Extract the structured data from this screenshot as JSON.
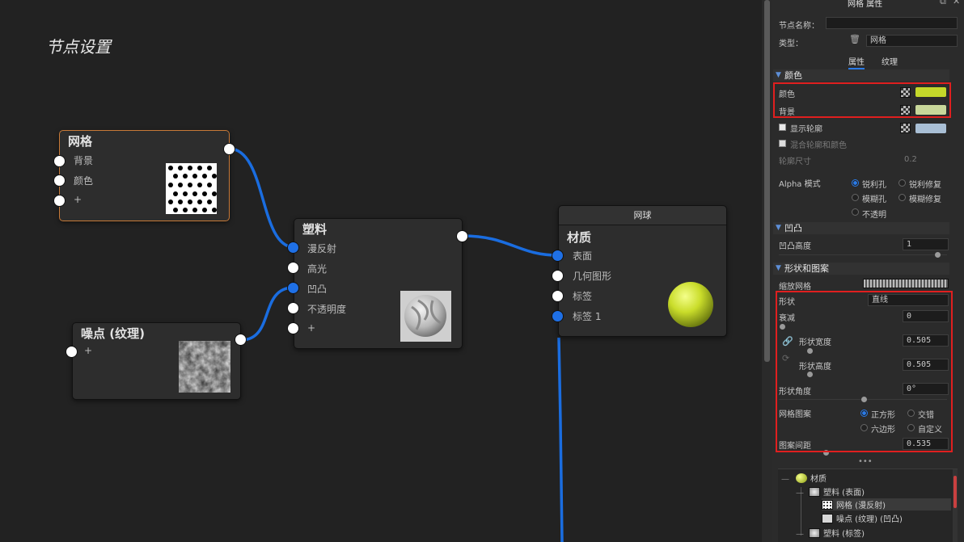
{
  "canvas": {
    "title": "节点设置"
  },
  "nodes": {
    "grid": {
      "title": "网格",
      "inputs": [
        "背景",
        "颜色",
        "+"
      ]
    },
    "noise": {
      "title": "噪点 (纹理)",
      "inputs": [
        "+"
      ]
    },
    "plastic": {
      "title": "塑料",
      "inputs": [
        "漫反射",
        "高光",
        "凹凸",
        "不透明度",
        "+"
      ]
    },
    "sphere": {
      "header": "网球",
      "title": "材质",
      "inputs": [
        "表面",
        "几何图形",
        "标签",
        "标签 1"
      ]
    }
  },
  "panel": {
    "title": "网格 属性",
    "node_name_label": "节点名称：",
    "node_name_value": "",
    "type_label": "类型：",
    "type_value": "网格",
    "tabs": [
      "属性",
      "纹理"
    ],
    "color_section": {
      "header": "颜色",
      "color_label": "颜色",
      "color_value": "#c4d82a",
      "background_label": "背景",
      "background_value": "#c8d79a",
      "show_outline_label": "显示轮廓",
      "outline_color": "#a9bfd5",
      "mix_outline_label": "混合轮廓和颜色",
      "outline_size_label": "轮廓尺寸",
      "outline_size_value": "0.2",
      "alpha_label": "Alpha 模式",
      "alpha_options": [
        "锐利孔",
        "锐利修复",
        "模糊孔",
        "模糊修复",
        "不透明"
      ]
    },
    "bump_section": {
      "header": "凹凸",
      "height_label": "凹凸高度",
      "height_value": "1"
    },
    "shape_section": {
      "header": "形状和图案",
      "zoom_grid_label": "缩放网格",
      "shape_label": "形状",
      "shape_value": "直线",
      "falloff_label": "衰减",
      "falloff_value": "0",
      "width_label": "形状宽度",
      "width_value": "0.505",
      "height_label": "形状高度",
      "height_value": "0.505",
      "angle_label": "形状角度",
      "angle_value": "0°",
      "pattern_label": "网格图案",
      "pattern_options": [
        "正方形",
        "交错",
        "六边形",
        "自定义"
      ],
      "spacing_label": "图案间距",
      "spacing_value": "0.535"
    },
    "more_dots": "•••",
    "tree": {
      "items": [
        "材质",
        "塑料 (表面)",
        "网格 (漫反射)",
        "噪点 (纹理)  (凹凸)",
        "塑料 (标签)"
      ]
    }
  },
  "colors": {
    "wire": "#1a6de0",
    "accent": "#2a7be8",
    "highlight": "#e01f1f",
    "selected_node": "#c77a38"
  }
}
